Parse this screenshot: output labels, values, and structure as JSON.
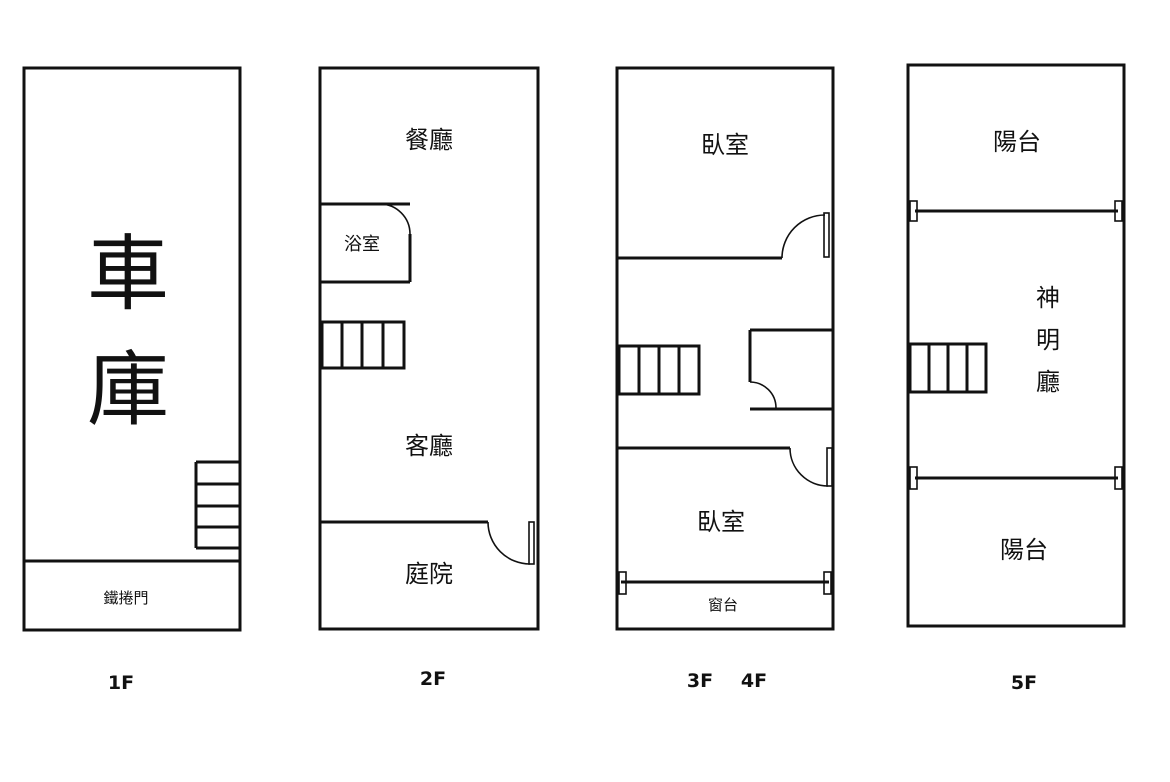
{
  "floors": [
    {
      "label": "1F",
      "rooms": [
        "車",
        "庫",
        "鐵捲門"
      ]
    },
    {
      "label": "2F",
      "rooms": [
        "餐廳",
        "浴室",
        "客廳",
        "庭院"
      ]
    },
    {
      "label": "3F",
      "label2": "4F",
      "rooms": [
        "臥室",
        "臥室",
        "窗台"
      ]
    },
    {
      "label": "5F",
      "rooms": [
        "陽台",
        "神",
        "明",
        "廳",
        "陽台"
      ]
    }
  ]
}
